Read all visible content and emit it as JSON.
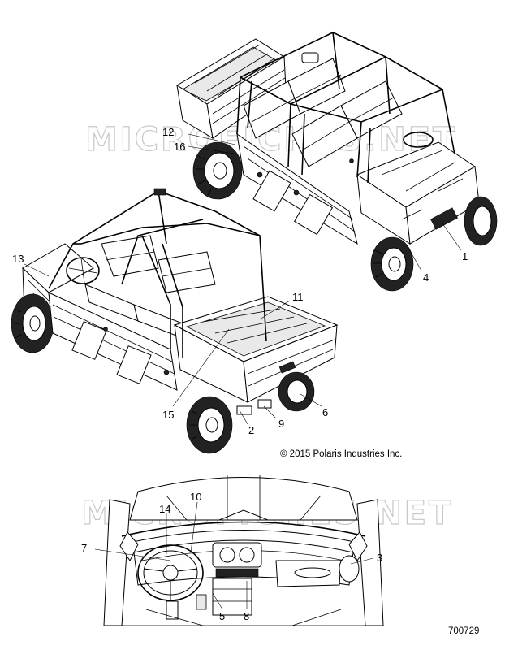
{
  "watermark": "MICROFICHES.NET",
  "copyright": "© 2015 Polaris Industries Inc.",
  "figure_number": "700729",
  "callouts": {
    "c1": "1",
    "c2": "2",
    "c3": "3",
    "c4": "4",
    "c5": "5",
    "c6": "6",
    "c7": "7",
    "c8": "8",
    "c9": "9",
    "c10": "10",
    "c11": "11",
    "c12": "12",
    "c13": "13",
    "c14": "14",
    "c15": "15",
    "c16": "16"
  }
}
